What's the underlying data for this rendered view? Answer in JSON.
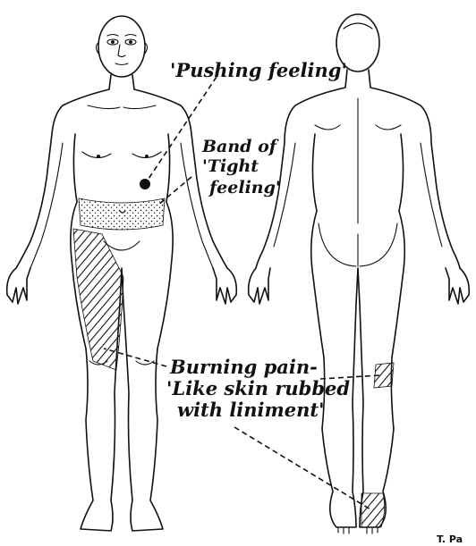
{
  "labels": {
    "pushing": "'Pushing feeling'",
    "band_line1": "Band of",
    "band_line2": "'Tight",
    "band_line3": "feeling'",
    "burning_line1": "Burning pain-",
    "burning_line2": "'Like skin rubbed",
    "burning_line3": "with liniment'"
  },
  "signature": "T. Pa",
  "views": [
    "front-figure",
    "back-figure"
  ],
  "regions": [
    {
      "name": "pushing-feeling",
      "view": "front",
      "fill": "solid-dot"
    },
    {
      "name": "tight-band",
      "view": "front",
      "fill": "stipple"
    },
    {
      "name": "burning-pain-front-thigh",
      "view": "front",
      "fill": "diagonal-hatch"
    },
    {
      "name": "burning-pain-back-calf",
      "view": "back",
      "fill": "diagonal-hatch"
    },
    {
      "name": "burning-pain-foot",
      "view": "back",
      "fill": "diagonal-hatch"
    }
  ]
}
